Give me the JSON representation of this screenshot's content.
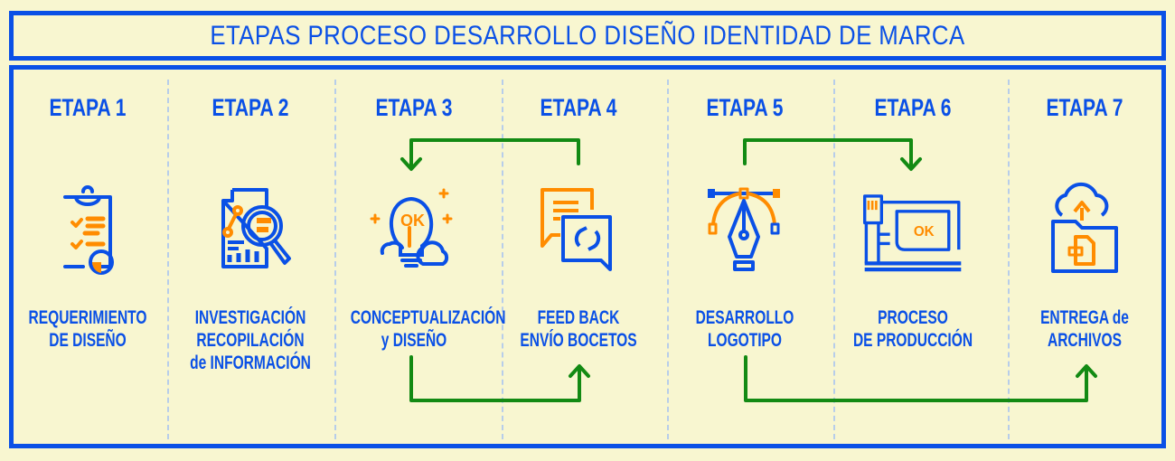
{
  "title": "ETAPAS PROCESO DESARROLLO DISEÑO IDENTIDAD DE MARCA",
  "colors": {
    "primary": "#0a50e6",
    "accent": "#ff8c00",
    "arrow": "#138a13",
    "background": "#f8f6d0"
  },
  "stages": [
    {
      "stage": "ETAPA 1",
      "icon": "clipboard-checklist-icon",
      "lines": [
        "REQUERIMIENTO",
        "DE DISEÑO"
      ]
    },
    {
      "stage": "ETAPA 2",
      "icon": "document-magnifier-icon",
      "lines": [
        "INVESTIGACIÓN",
        "RECOPILACIÓN",
        "de INFORMACIÓN"
      ]
    },
    {
      "stage": "ETAPA 3",
      "icon": "lightbulb-idea-icon",
      "lines": [
        "CONCEPTUALIZACIÓN",
        "y DISEÑO"
      ]
    },
    {
      "stage": "ETAPA 4",
      "icon": "chat-feedback-icon",
      "lines": [
        "FEED BACK",
        "ENVÍO BOCETOS"
      ]
    },
    {
      "stage": "ETAPA 5",
      "icon": "pen-tool-vector-icon",
      "lines": [
        "DESARROLLO",
        "LOGOTIPO"
      ]
    },
    {
      "stage": "ETAPA 6",
      "icon": "printer-production-icon",
      "lines": [
        "PROCESO",
        "DE PRODUCCIÓN"
      ]
    },
    {
      "stage": "ETAPA 7",
      "icon": "cloud-upload-folder-icon",
      "lines": [
        "ENTREGA de",
        "ARCHIVOS"
      ]
    }
  ],
  "printer_text": "OK",
  "bulb_text": "OK"
}
